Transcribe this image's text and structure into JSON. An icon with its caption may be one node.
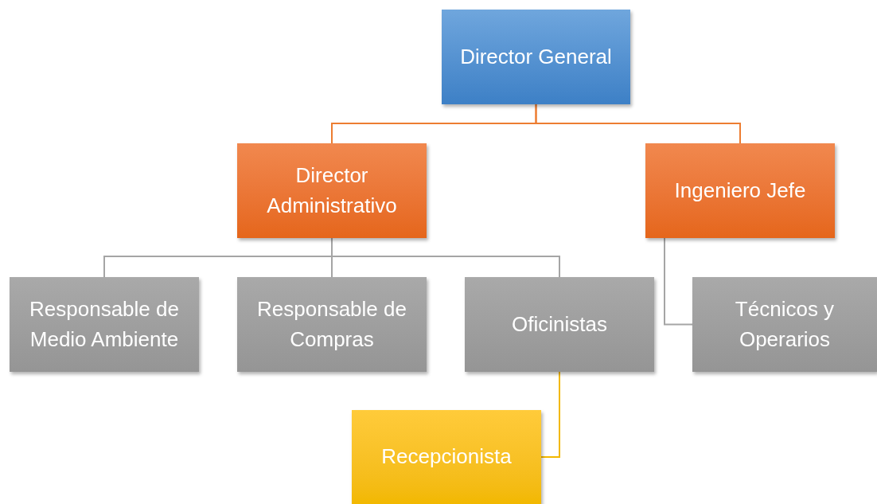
{
  "diagram": {
    "nodes": [
      {
        "text": [
          "Director General"
        ]
      },
      {
        "text": [
          "Director Administrativo"
        ]
      },
      {
        "text": [
          "Ingeniero Jefe"
        ]
      },
      {
        "text": [
          "Responsable de Medio Ambiente"
        ]
      },
      {
        "text": [
          "Responsable de Compras"
        ]
      },
      {
        "text": [
          "Oficinistas"
        ]
      },
      {
        "text": [
          "Técnicos y Operarios"
        ]
      },
      {
        "text": [
          "Recepcionista"
        ]
      }
    ],
    "edges": [
      {
        "from": 0,
        "to": 1,
        "arrow": "none",
        "color": "#ed7d31"
      },
      {
        "from": 0,
        "to": 2,
        "arrow": "none",
        "color": "#ed7d31"
      },
      {
        "from": 1,
        "to": 3,
        "arrow": "none"
      },
      {
        "from": 1,
        "to": 4,
        "arrow": "none"
      },
      {
        "from": 1,
        "to": 5,
        "arrow": "none"
      },
      {
        "from": 2,
        "to": 6,
        "arrow": "none"
      },
      {
        "from": 5,
        "to": 7,
        "arrow": "none",
        "color": "#f2b800"
      }
    ]
  }
}
